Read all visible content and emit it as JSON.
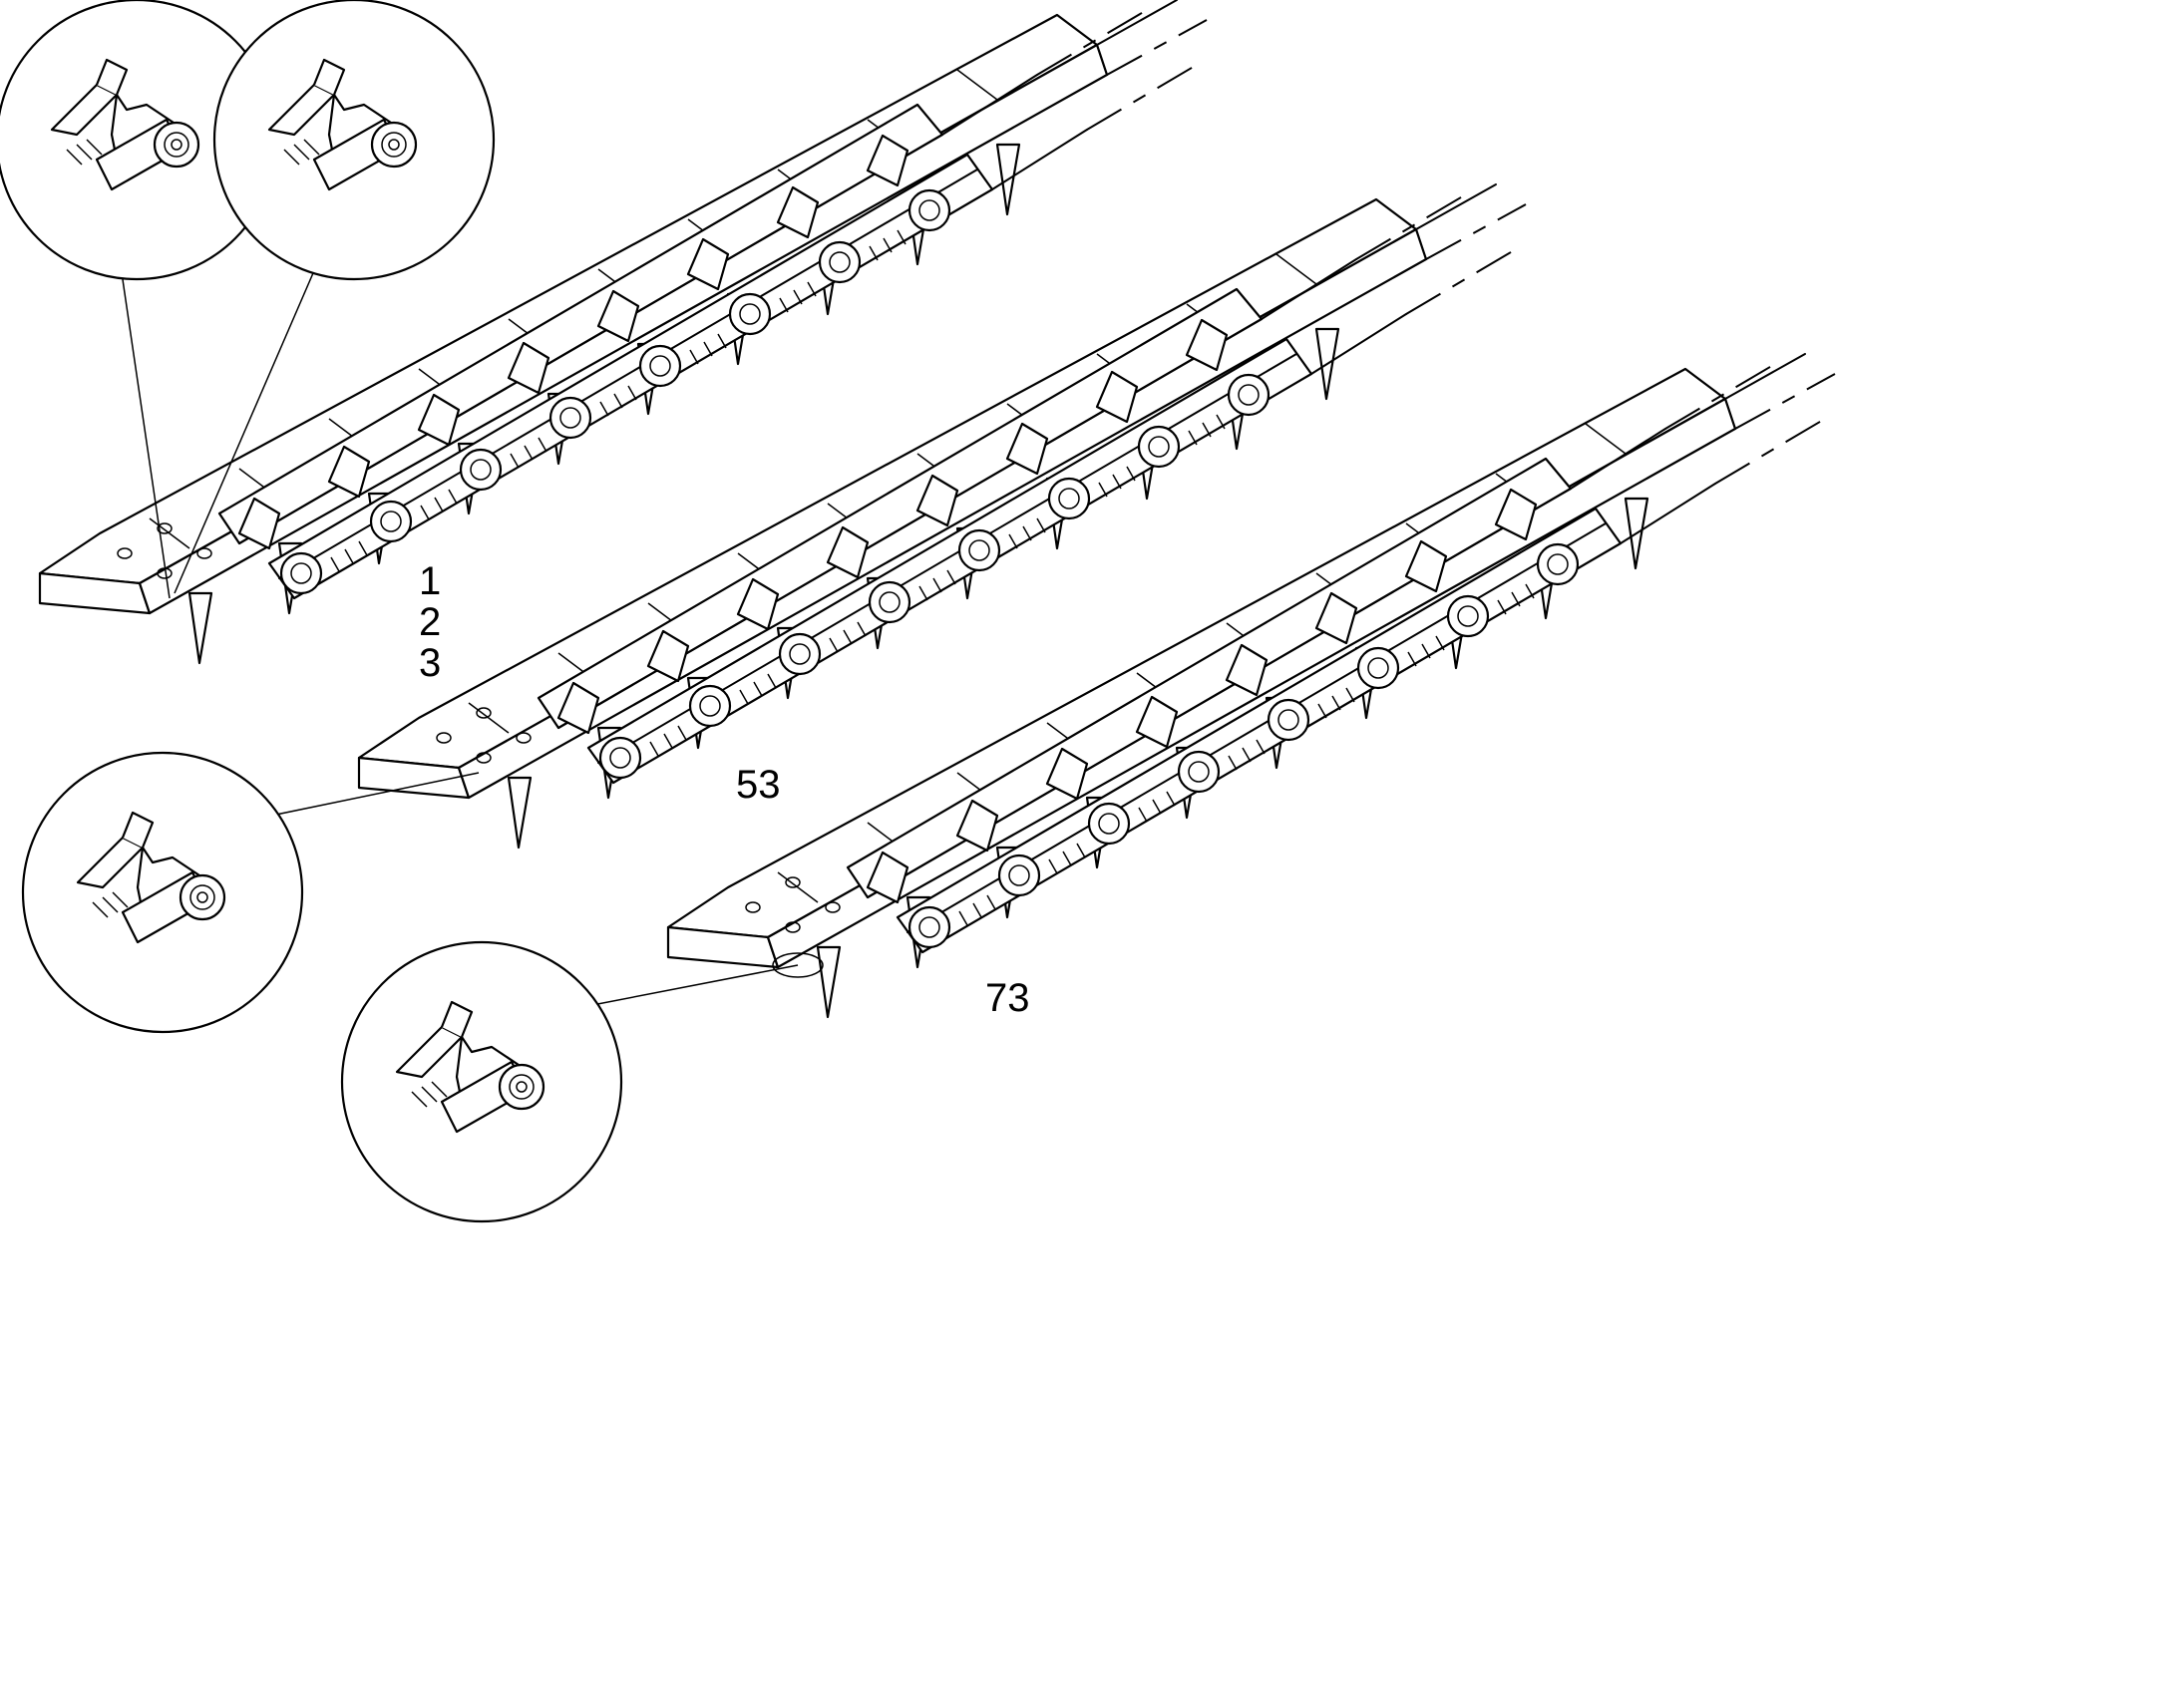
{
  "callouts": {
    "c1": "1",
    "c2": "2",
    "c3": "3",
    "c53": "53",
    "c73": "73"
  },
  "icons": {
    "chain": "roller-chain-with-slats",
    "detail": "slat-attachment-detail-bubble"
  }
}
